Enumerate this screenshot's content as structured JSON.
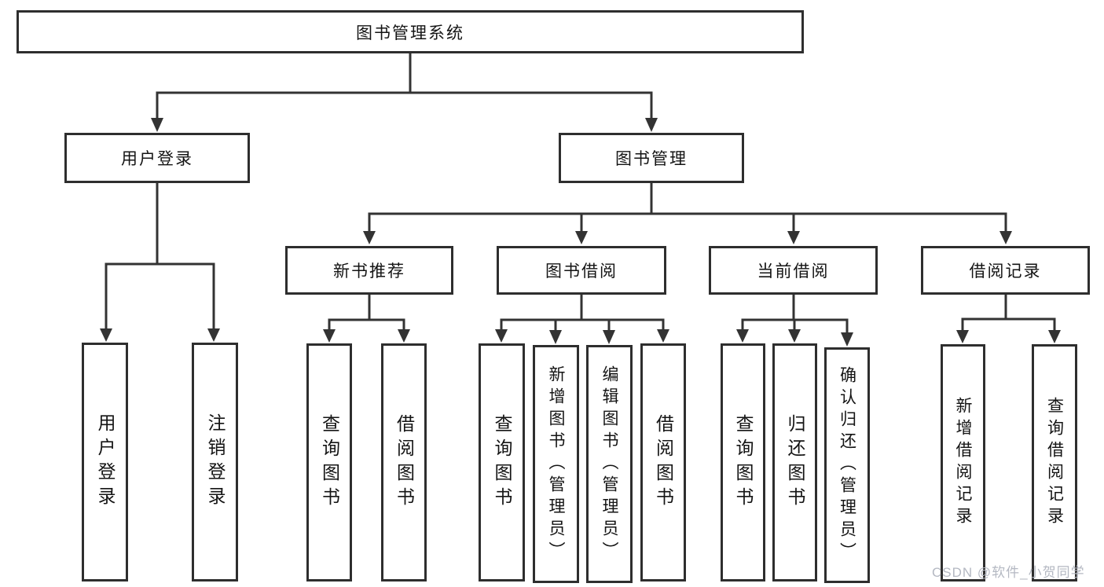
{
  "diagram": {
    "root": {
      "label": "图书管理系统"
    },
    "user_login": {
      "label": "用户登录",
      "children": [
        {
          "label": "用户登录"
        },
        {
          "label": "注销登录"
        }
      ]
    },
    "book_mgmt": {
      "label": "图书管理",
      "sections": [
        {
          "label": "新书推荐",
          "children": [
            {
              "label": "查询图书"
            },
            {
              "label": "借阅图书"
            }
          ]
        },
        {
          "label": "图书借阅",
          "children": [
            {
              "label": "查询图书"
            },
            {
              "label": "新增图书（管理员）"
            },
            {
              "label": "编辑图书（管理员）"
            },
            {
              "label": "借阅图书"
            }
          ]
        },
        {
          "label": "当前借阅",
          "children": [
            {
              "label": "查询图书"
            },
            {
              "label": "归还图书"
            },
            {
              "label": "确认归还（管理员）"
            }
          ]
        },
        {
          "label": "借阅记录",
          "children": [
            {
              "label": "新增借阅记录"
            },
            {
              "label": "查询借阅记录"
            }
          ]
        }
      ]
    }
  },
  "watermark": {
    "text": "CSDN @软件_小贺同学"
  },
  "colors": {
    "line": "#333333",
    "box_border": "#2e2e2e",
    "text": "#141414",
    "watermark": "#b4b8c2",
    "background": "#ffffff"
  }
}
